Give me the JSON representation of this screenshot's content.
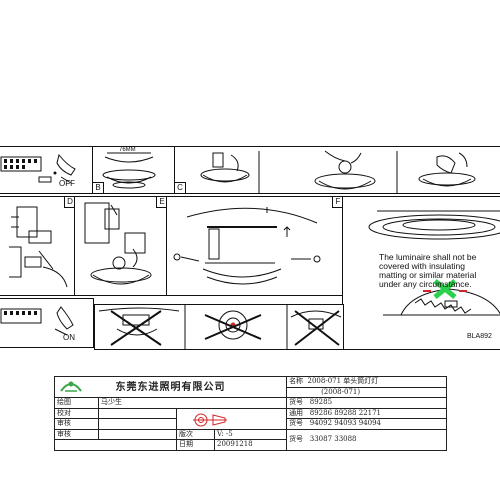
{
  "panels": {
    "b_label": "B",
    "c_label": "C",
    "d_label": "D",
    "e_label": "E",
    "f_label": "F",
    "b_dimension": "76MM",
    "off_text": "OFF",
    "on_text": "ON"
  },
  "warning": {
    "lines": [
      "The luminaire shall not be",
      "covered with insulating",
      "matting or similar material",
      "under any circumstance."
    ],
    "model_code": "BLA892"
  },
  "title_block": {
    "company": "东莞东进照明有限公司",
    "rows": [
      {
        "label": "绘图",
        "value": "马少生",
        "code_label": "货号",
        "code_value": "89285"
      },
      {
        "label": "校对",
        "value": "",
        "code_label": "通用",
        "code_value": "89286  89288  22171"
      },
      {
        "label": "审核",
        "value": "",
        "version_label": "版次",
        "version_value": "V: -5",
        "code_label": "货号",
        "code_value": "94092  94093  94094"
      },
      {
        "label": "审核",
        "value": "",
        "date_label": "日期",
        "date_value": "20091218",
        "code_label": "货号",
        "code_value": "33087  33088"
      }
    ],
    "name_label": "名称",
    "name_value": "2008-071 单头筒灯灯",
    "name_value_2": "(2008-071)"
  },
  "colors": {
    "line": "#111111",
    "warning_green": "#2bd14a",
    "warning_red": "#d0242a",
    "logo_green": "#3aa64a"
  }
}
